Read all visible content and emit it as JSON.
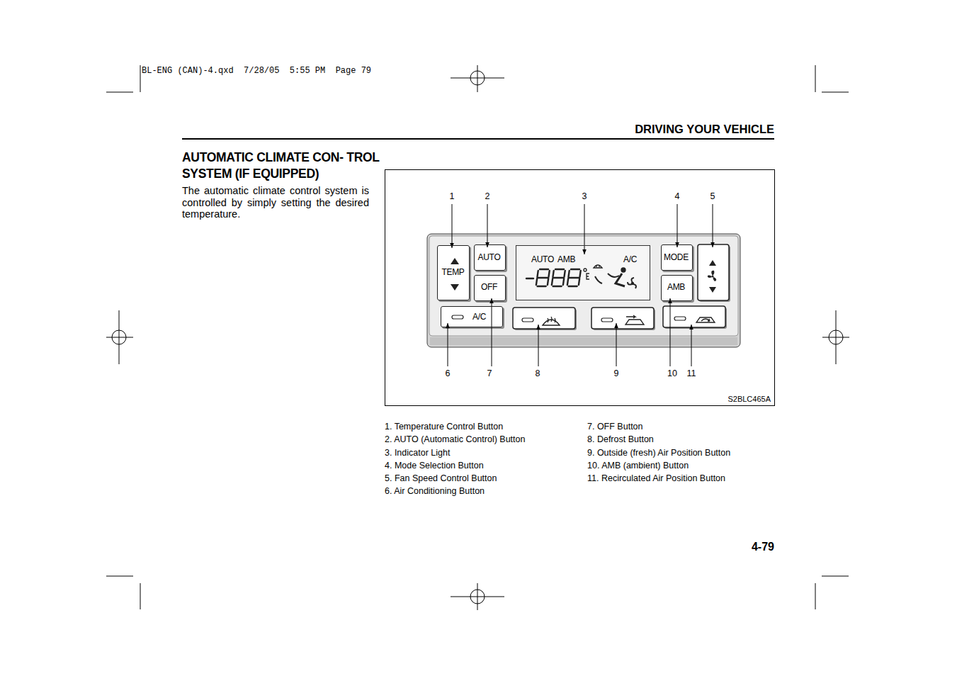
{
  "diagram": {
    "title": "AUTOMATIC CLIMATE CON- TROL SYSTEM (IF EQUIPPED)",
    "nodes": [
      {
        "text": [
          "S2BLC465A"
        ]
      },
      {
        "text": [
          "TEMP"
        ],
        "in": 0
      },
      {
        "text": [
          "AUTO"
        ],
        "in": 0
      },
      {
        "text": [
          "OFF"
        ],
        "in": 0
      },
      {
        "text": [
          "AUTO",
          "AMB",
          "A/C"
        ],
        "in": 0
      },
      {
        "text": [
          "MODE"
        ],
        "in": 0
      },
      {
        "text": [
          "AMB"
        ],
        "in": 0
      },
      {
        "text": [
          "A/C"
        ],
        "in": 0
      }
    ],
    "labels": [
      "BL-ENG (CAN)-4.qxd  7/28/05  5:55 PM  Page 79",
      "DRIVING YOUR VEHICLE",
      "The automatic climate control system is controlled by simply setting the desired temperature.",
      "1",
      "2",
      "3",
      "4",
      "5",
      "6",
      "7",
      "8",
      "9",
      "10",
      "11",
      "1. Temperature Control Button",
      "2. AUTO (Automatic Control) Button",
      "3. Indicator Light",
      "4. Mode Selection Button",
      "5. Fan Speed Control Button",
      "6. Air Conditioning Button",
      "7. OFF Button",
      "8. Defrost Button",
      "9. Outside (fresh) Air Position Button",
      "10. AMB (ambient) Button",
      "11. Recirculated Air Position Button",
      "4-79"
    ]
  }
}
